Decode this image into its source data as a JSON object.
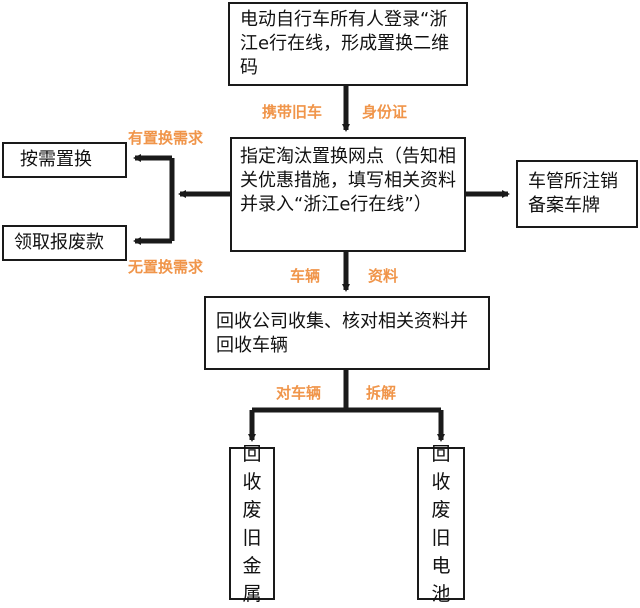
{
  "boxes": {
    "register": "电动自行车所有人登录“浙江e行在线，形成置换二维码",
    "point": "指定淘汰置换网点（告知相关优惠措施，填写相关资料并录入“浙江e行在线”）",
    "replace": "按需置换",
    "refund": "领取报废款",
    "cancel": "车管所注销备案车牌",
    "collect": "回收公司收集、核对相关资料并回收车辆",
    "metal": "回收废旧金属",
    "battery": "回收废旧电池"
  },
  "labels": {
    "bring_old": "携带旧车",
    "id_card": "身份证",
    "has_need": "有置换需求",
    "no_need": "无置换需求",
    "vehicle": "车辆",
    "materials": "资料",
    "for_vehicle": "对车辆",
    "dismantle": "拆解"
  }
}
